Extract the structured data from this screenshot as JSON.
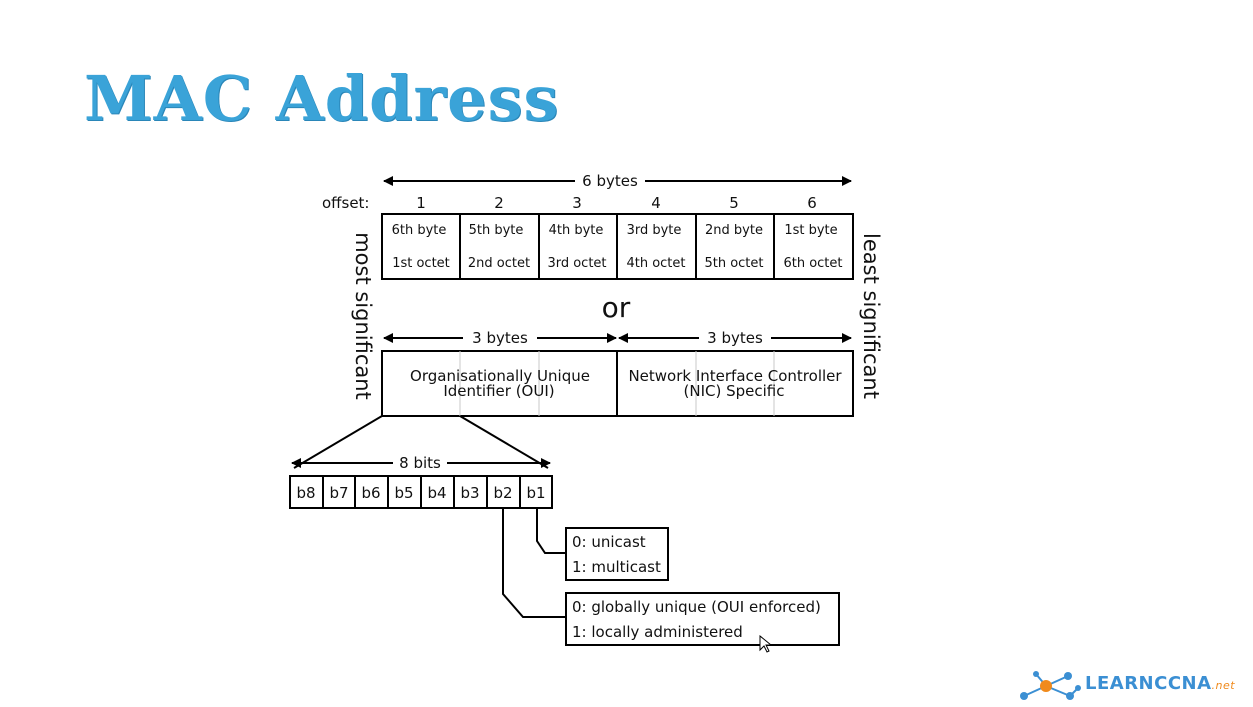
{
  "title": "MAC Address",
  "diagram": {
    "total_label": "6 bytes",
    "offset_label": "offset:",
    "offsets": [
      "1",
      "2",
      "3",
      "4",
      "5",
      "6"
    ],
    "bytes": [
      {
        "byte": "6th byte",
        "octet": "1st octet"
      },
      {
        "byte": "5th byte",
        "octet": "2nd octet"
      },
      {
        "byte": "4th byte",
        "octet": "3rd octet"
      },
      {
        "byte": "3rd byte",
        "octet": "4th octet"
      },
      {
        "byte": "2nd byte",
        "octet": "5th octet"
      },
      {
        "byte": "1st byte",
        "octet": "6th octet"
      }
    ],
    "or_label": "or",
    "left_side_label": "most significant",
    "right_side_label": "least significant",
    "half_label_left": "3 bytes",
    "half_label_right": "3 bytes",
    "oui_line1": "Organisationally Unique",
    "oui_line2": "Identifier (OUI)",
    "nic_line1": "Network Interface Controller",
    "nic_line2": "(NIC) Specific",
    "bits_label": "8 bits",
    "bits": [
      "b8",
      "b7",
      "b6",
      "b5",
      "b4",
      "b3",
      "b2",
      "b1"
    ],
    "b1_meaning": {
      "zero": "0: unicast",
      "one": "1: multicast"
    },
    "b2_meaning": {
      "zero": "0: globally unique (OUI enforced)",
      "one": "1: locally administered"
    }
  },
  "logo": {
    "learn": "LEARN",
    "ccna": "CCNA",
    "net": ".net"
  },
  "colors": {
    "title": "#3aa3d8",
    "logo_blue": "#3b8fd3",
    "logo_orange": "#f08a1c"
  }
}
